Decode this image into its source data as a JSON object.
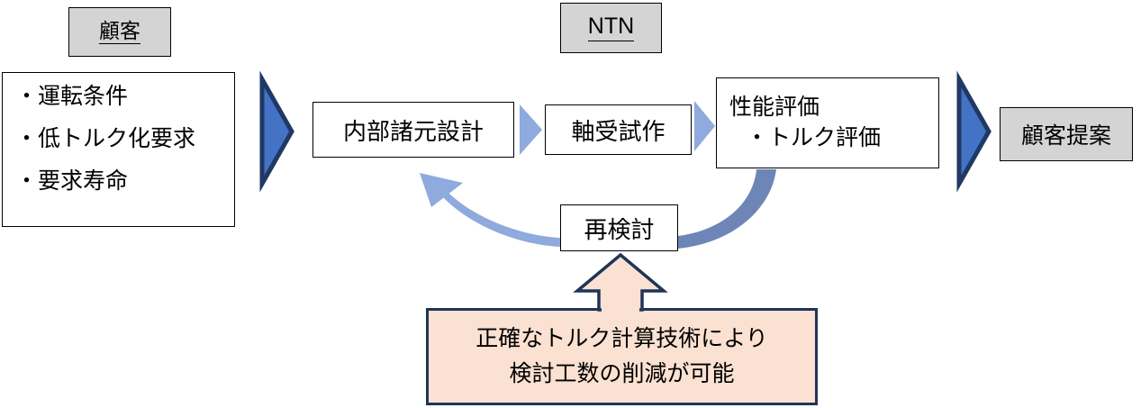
{
  "diagram": {
    "title_text": "",
    "actors": [
      {
        "name": "customer-lane",
        "label": "顧客"
      },
      {
        "name": "ntn-lane",
        "label": "NTN"
      }
    ],
    "customer_requirements": {
      "items": [
        "・運転条件",
        "・低トルク化要求",
        "・要求寿命"
      ]
    },
    "process_steps": [
      {
        "name": "internal-design",
        "label": "内部諸元設計"
      },
      {
        "name": "bearing-prototype",
        "label": "軸受試作"
      },
      {
        "name": "performance-evaluation",
        "line1": "性能評価",
        "line2": "・トルク評価"
      }
    ],
    "rework": {
      "label": "再検討"
    },
    "output": {
      "label": "顧客提案"
    },
    "callout": {
      "line1": "正確なトルク計算技術により",
      "line2": "検討工数の削減が可能"
    },
    "arrows": {
      "big_arrow_1": "big-blue-chevron-icon",
      "big_arrow_2": "big-blue-chevron-icon",
      "small_arrow_1": "small-blue-chevron-icon",
      "small_arrow_2": "small-blue-chevron-icon",
      "feedback_left": "curved-feedback-arrow-icon",
      "feedback_right": "curved-connector-icon",
      "callout_pointer": "up-block-arrow-icon"
    },
    "colors": {
      "accent_blue": "#4472c4",
      "accent_blue_dark": "#1f3864",
      "accent_blue_light": "#8faadc",
      "accent_blue_steel": "#6e85b7",
      "actor_gray": "#d4d4d4",
      "callout_fill": "#fae1d2",
      "callout_border": "#1f3557"
    }
  }
}
